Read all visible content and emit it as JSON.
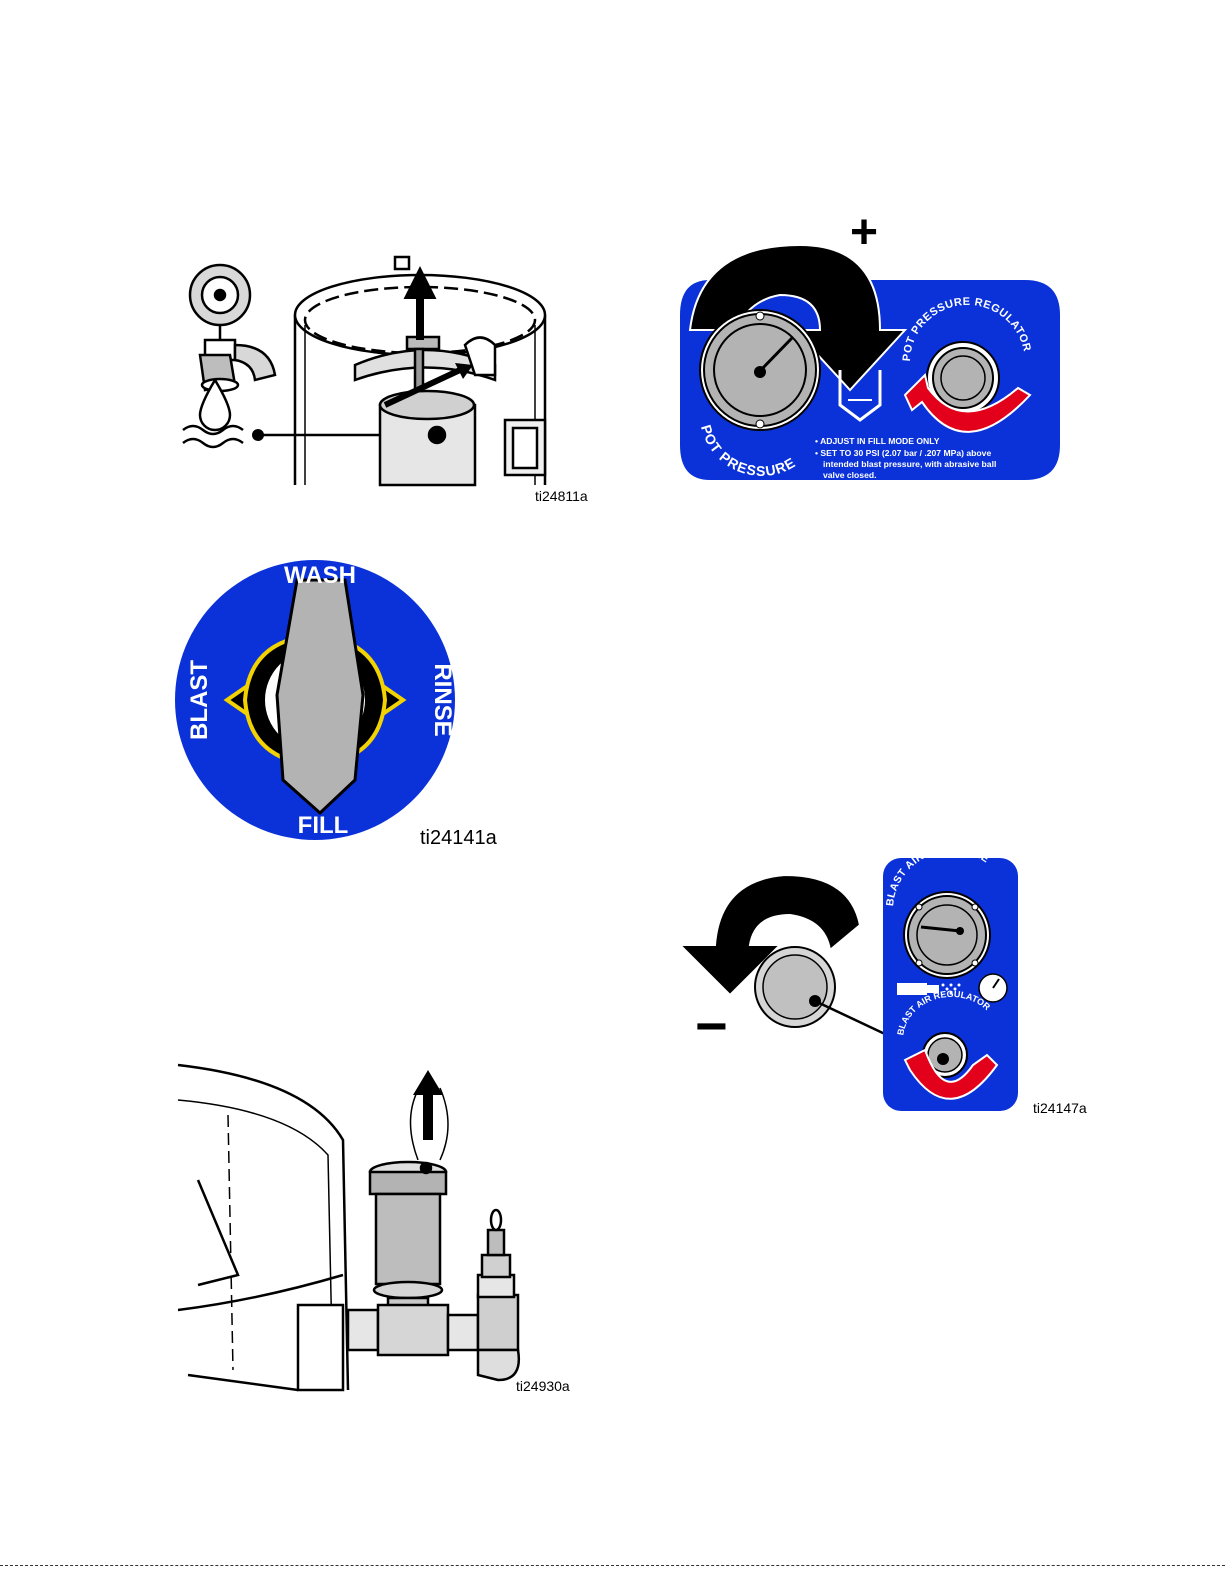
{
  "figures": {
    "water_fill": {
      "id": "ti24811a"
    },
    "pot_pressure": {
      "plus_sign": "+",
      "gauge_label": "POT PRESSURE",
      "regulator_label": "POT PRESSURE REGULATOR",
      "note_line1": "• ADJUST IN FILL MODE ONLY",
      "note_line2": "• SET TO 30 PSI (2.07 bar / .207 MPa) above",
      "note_line3": "intended blast pressure, with abrasive ball",
      "note_line4": "valve closed."
    },
    "mode_dial": {
      "id": "ti24141a",
      "top": "WASH",
      "bottom": "FILL",
      "left": "BLAST",
      "right": "RINSE"
    },
    "blast_air": {
      "id": "ti24147a",
      "minus_sign": "−",
      "gauge_label": "BLAST AIR PRESSURE",
      "regulator_label": "BLAST AIR REGULATOR"
    },
    "vent_filter": {
      "id": "ti24930a"
    }
  },
  "colors": {
    "panel_blue": "#0b32d8",
    "regulator_red": "#e2001a",
    "gauge_gray": "#b3b3b3",
    "dial_gold": "#f2d200"
  }
}
